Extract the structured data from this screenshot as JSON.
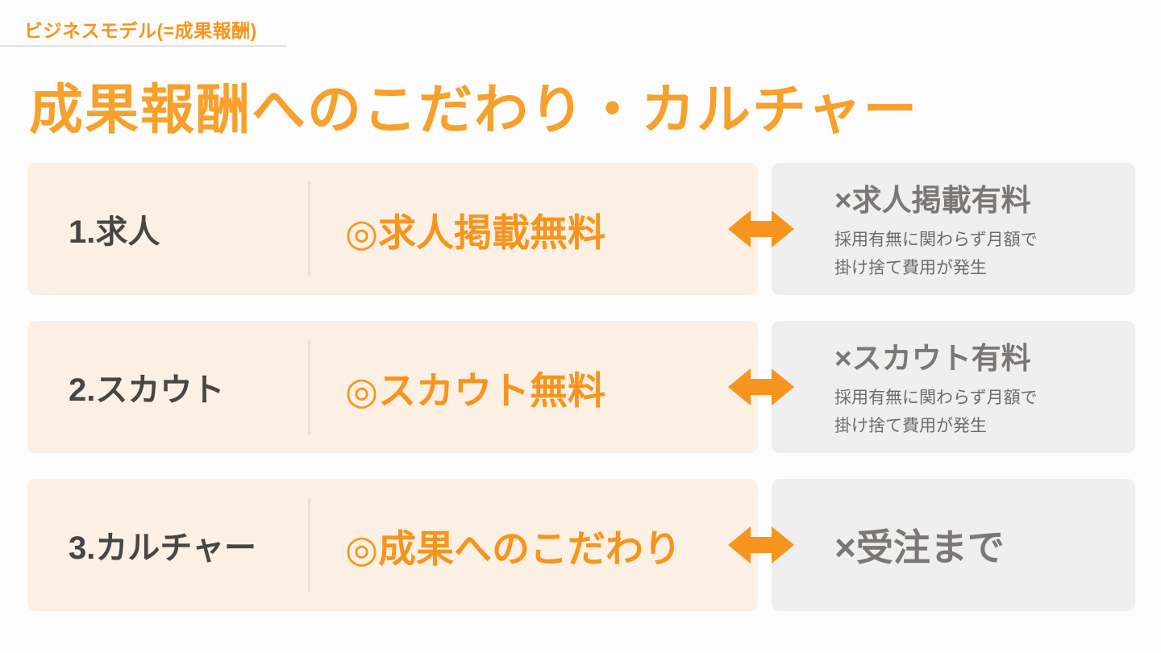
{
  "header": {
    "eyebrow": "ビジネスモデル(=成果報酬)",
    "title": "成果報酬へのこだわり・カルチャー"
  },
  "rows": [
    {
      "number_label": "1.求人",
      "positive": "◎求人掲載無料",
      "negative_title": "×求人掲載有料",
      "negative_desc": "採用有無に関わらず月額で\n掛け捨て費用が発生"
    },
    {
      "number_label": "2.スカウト",
      "positive": "◎スカウト無料",
      "negative_title": "×スカウト有料",
      "negative_desc": "採用有無に関わらず月額で\n掛け捨て費用が発生"
    },
    {
      "number_label": "3.カルチャー",
      "positive": "◎成果へのこだわり",
      "negative_title": "×受注まで",
      "negative_desc": ""
    }
  ],
  "icons": {
    "arrow": "double-headed-arrow"
  },
  "colors": {
    "accent_orange": "#F7941D",
    "title_orange": "#F7A02B",
    "cream_box_bg": "#FBF0E3",
    "gray_box_bg": "#EFEFEF",
    "dark_label": "#484644",
    "gray_title": "#7B7874",
    "gray_desc": "#6F6C68",
    "page_bg": "#FCFCFC",
    "divider": "#E5E2DC"
  }
}
